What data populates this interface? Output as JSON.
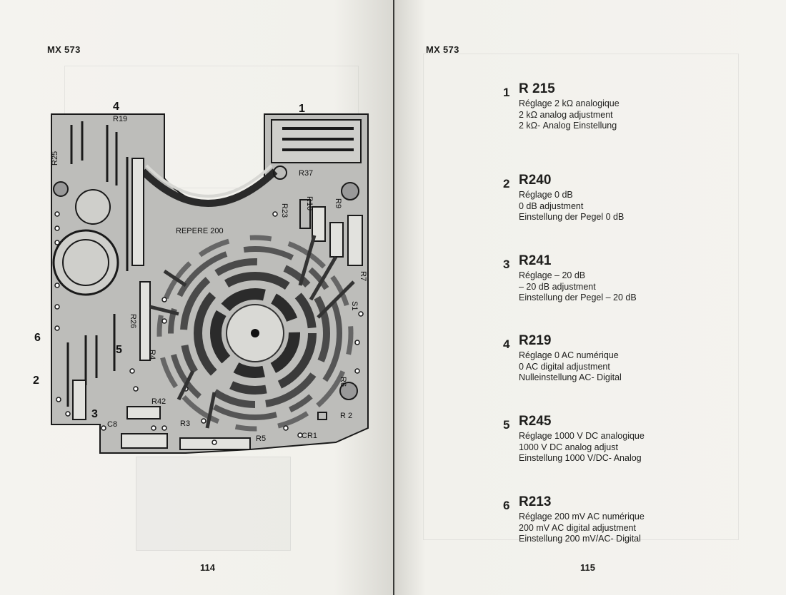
{
  "left_page": {
    "header": "MX 573",
    "page_number": "114",
    "diagram_labels": {
      "marker_1": "1",
      "marker_2": "2",
      "marker_3": "3",
      "marker_4": "4",
      "marker_5": "5",
      "marker_6": "6",
      "r19": "R19",
      "r25": "R25",
      "r37": "R37",
      "r10": "R10",
      "r23": "R23",
      "r9": "R9",
      "r7": "R7",
      "r26": "R26",
      "r4": "R4",
      "r42": "R42",
      "r3": "R3",
      "r5": "R5",
      "r6": "R6",
      "r2": "R 2",
      "s1": "S1",
      "cr1": "CR1",
      "c8": "C8",
      "repere": "REPERE 200"
    }
  },
  "right_page": {
    "header": "MX 573",
    "page_number": "115",
    "items": [
      {
        "num": "1",
        "ref": "R 215",
        "lines": [
          "Réglage 2 kΩ analogique",
          "2 kΩ analog adjustment",
          "2 kΩ- Analog Einstellung"
        ]
      },
      {
        "num": "2",
        "ref": "R240",
        "lines": [
          "Réglage 0 dB",
          "0 dB adjustment",
          "Einstellung der Pegel 0 dB"
        ]
      },
      {
        "num": "3",
        "ref": "R241",
        "lines": [
          "Réglage – 20 dB",
          "– 20 dB adjustment",
          "Einstellung der Pegel – 20 dB"
        ]
      },
      {
        "num": "4",
        "ref": "R219",
        "lines": [
          "Réglage 0 AC numérique",
          "0 AC digital adjustment",
          "Nulleinstellung AC- Digital"
        ]
      },
      {
        "num": "5",
        "ref": "R245",
        "lines": [
          "Réglage 1000 V DC analogique",
          "1000 V DC analog adjust",
          "Einstellung 1000 V/DC- Analog"
        ]
      },
      {
        "num": "6",
        "ref": "R213",
        "lines": [
          "Réglage 200 mV AC numérique",
          "200 mV AC digital adjustment",
          "Einstellung 200 mV/AC- Digital"
        ]
      }
    ]
  }
}
